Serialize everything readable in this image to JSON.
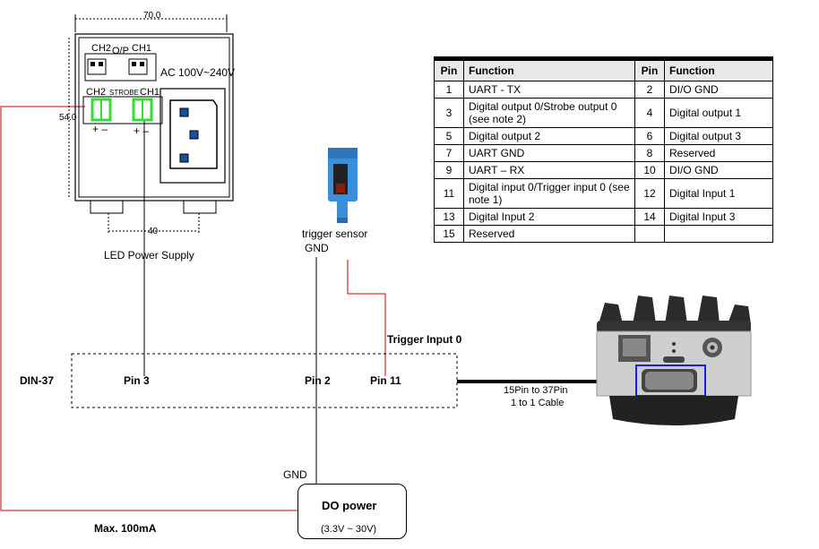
{
  "psu": {
    "dimension_width": "70.0",
    "dimension_height": "54.0",
    "dimension_inner": "40",
    "op_ch2": "CH2",
    "op_label": "O/P",
    "op_ch1": "CH1",
    "ac_label": "AC 100V~240V",
    "strobe_ch2": "CH2",
    "strobe_label": "STROBE",
    "strobe_ch1": "CH1",
    "polarity_ch2": "+ –",
    "polarity_ch1": "+ –",
    "caption": "LED Power Supply"
  },
  "sensor": {
    "caption": "trigger sensor",
    "gnd": "GND"
  },
  "din": {
    "label": "DIN-37",
    "pin3": "Pin 3",
    "pin2": "Pin 2",
    "pin11": "Pin 11",
    "trigger_label": "Trigger Input 0"
  },
  "cable": {
    "line1": "15Pin to 37Pin",
    "line2": "1 to 1 Cable"
  },
  "do_power": {
    "title": "DO power",
    "range": "(3.3V ~ 30V)",
    "gnd": "GND",
    "current": "Max. 100mA"
  },
  "table": {
    "headers": [
      "Pin",
      "Function",
      "Pin",
      "Function"
    ],
    "rows": [
      [
        "1",
        "UART - TX",
        "2",
        "DI/O GND"
      ],
      [
        "3",
        "Digital output 0/Strobe output 0 (see note 2)",
        "4",
        "Digital output 1"
      ],
      [
        "5",
        "Digital output 2",
        "6",
        "Digital output 3"
      ],
      [
        "7",
        "UART GND",
        "8",
        "Reserved"
      ],
      [
        "9",
        "UART – RX",
        "10",
        "DI/O GND"
      ],
      [
        "11",
        "Digital input 0/Trigger input 0 (see note 1)",
        "12",
        "Digital Input 1"
      ],
      [
        "13",
        "Digital Input 2",
        "14",
        "Digital Input 3"
      ],
      [
        "15",
        "Reserved",
        "",
        ""
      ]
    ]
  },
  "colors": {
    "wire_red": "#cc0000",
    "connector_green": "#33dd33",
    "highlight_blue": "#1a1aff",
    "sensor_blue": "#3a8fd8"
  }
}
